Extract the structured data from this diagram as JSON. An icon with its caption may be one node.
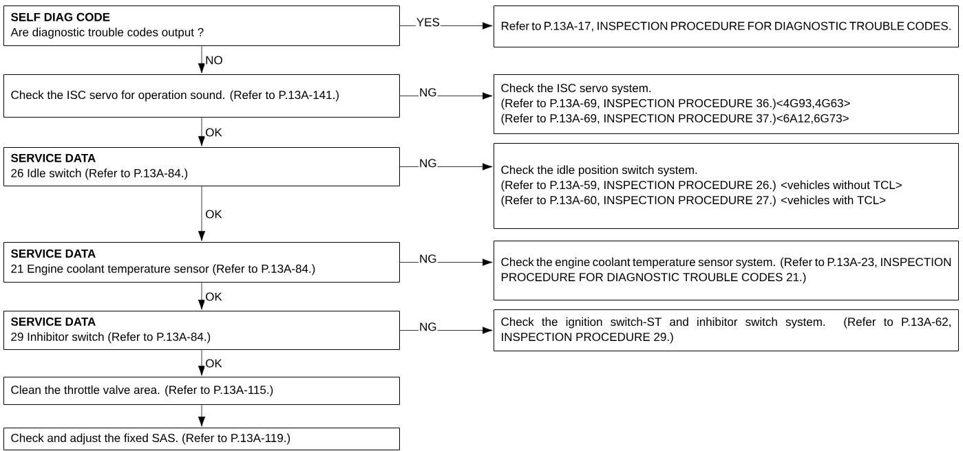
{
  "diagram": {
    "nodes": [
      {
        "text": [
          "SELF DIAG CODE",
          "Are diagnostic trouble codes output ?"
        ]
      },
      {
        "text": [
          "Refer to P.13A-17, INSPECTION PROCEDURE FOR DIAGNOSTIC TROUBLE CODES."
        ]
      },
      {
        "text": [
          "Check the ISC servo for operation sound. (Refer to P.13A-141.)"
        ]
      },
      {
        "text": [
          "Check the ISC servo system.",
          "(Refer to P.13A-69, INSPECTION PROCEDURE 36.)<4G93,4G63>",
          "(Refer to P.13A-69, INSPECTION PROCEDURE 37.)<6A12,6G73>"
        ]
      },
      {
        "text": [
          "SERVICE DATA",
          "26 Idle switch (Refer to P.13A-84.)"
        ]
      },
      {
        "text": [
          "Check the idle position switch system.",
          "(Refer to P.13A-59, INSPECTION PROCEDURE 26.) <vehicles without TCL>",
          "(Refer to P.13A-60, INSPECTION PROCEDURE 27.) <vehicles with TCL>"
        ]
      },
      {
        "text": [
          "SERVICE DATA",
          "21 Engine coolant temperature sensor (Refer to P.13A-84.)"
        ]
      },
      {
        "text": [
          "Check the engine coolant temperature sensor system. (Refer to P.13A-23, INSPECTION PROCEDURE FOR DIAGNOSTIC TROUBLE CODES 21.)"
        ]
      },
      {
        "text": [
          "SERVICE DATA",
          "29 Inhibitor switch (Refer to P.13A-84.)"
        ]
      },
      {
        "text": [
          "Check the ignition switch-ST and inhibitor switch system. (Refer to P.13A-62, INSPECTION PROCEDURE 29.)"
        ]
      },
      {
        "text": [
          "Clean the throttle valve area. (Refer to P.13A-115.)"
        ]
      },
      {
        "text": [
          "Check and adjust the fixed SAS. (Refer to P.13A-119.)"
        ]
      }
    ],
    "edges": [
      {
        "from": 0,
        "to": 1,
        "arrow": "to",
        "label": "YES"
      },
      {
        "from": 0,
        "to": 2,
        "arrow": "to",
        "label": "NO"
      },
      {
        "from": 2,
        "to": 3,
        "arrow": "to",
        "label": "NG"
      },
      {
        "from": 2,
        "to": 4,
        "arrow": "to",
        "label": "OK"
      },
      {
        "from": 4,
        "to": 5,
        "arrow": "to",
        "label": "NG"
      },
      {
        "from": 4,
        "to": 6,
        "arrow": "to",
        "label": "OK"
      },
      {
        "from": 6,
        "to": 7,
        "arrow": "to",
        "label": "NG"
      },
      {
        "from": 6,
        "to": 8,
        "arrow": "to",
        "label": "OK"
      },
      {
        "from": 8,
        "to": 9,
        "arrow": "to",
        "label": "NG"
      },
      {
        "from": 8,
        "to": 10,
        "arrow": "to",
        "label": "OK"
      },
      {
        "from": 10,
        "to": 11,
        "arrow": "to"
      }
    ]
  }
}
